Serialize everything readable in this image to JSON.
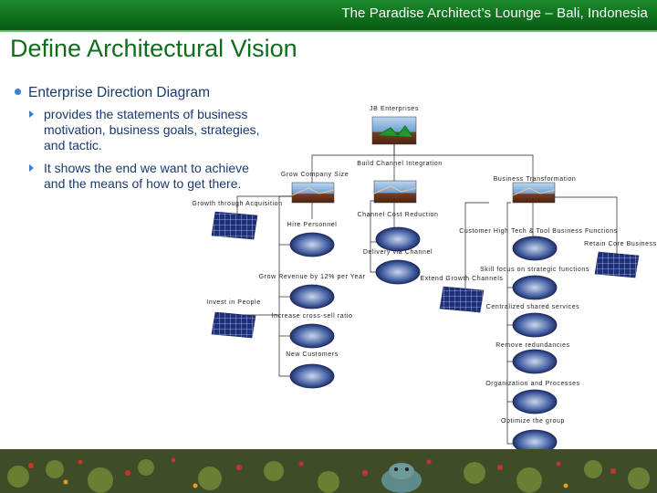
{
  "header": {
    "title": "The Paradise Architect’s Lounge – Bali, Indonesia"
  },
  "slide": {
    "title": "Define Architectural Vision"
  },
  "bullets": {
    "main": "Enterprise Direction Diagram",
    "subs": [
      "provides the statements of business motivation, business goals, strategies, and tactic.",
      "It shows the end we want to achieve and the means of how to get there."
    ]
  },
  "diagram": {
    "nodes": {
      "root": "JB Enterprises",
      "grow": "Grow Company Size",
      "build_channel": "Build Channel Integration",
      "transform": "Business Transformation",
      "acquisition": "Growth through Acquisition",
      "hire": "Hire Personnel",
      "channel_cost": "Channel Cost Reduction",
      "customer": "Customer High Tech & Tool Business Functions",
      "retain": "Retain Core Business",
      "delivery": "Delivery via Channel",
      "revenue": "Grow Revenue by 12% per Year",
      "skill": "Skill focus on strategic functions",
      "extend": "Extend Growth Channels",
      "invest": "Invest in People",
      "cross_sell": "Increase cross-sell ratio",
      "centralize": "Centralized shared services",
      "new_customers": "New Customers",
      "redundancies": "Remove redundancies",
      "org": "Organization and Processes",
      "optimize": "Optimize the group"
    }
  }
}
